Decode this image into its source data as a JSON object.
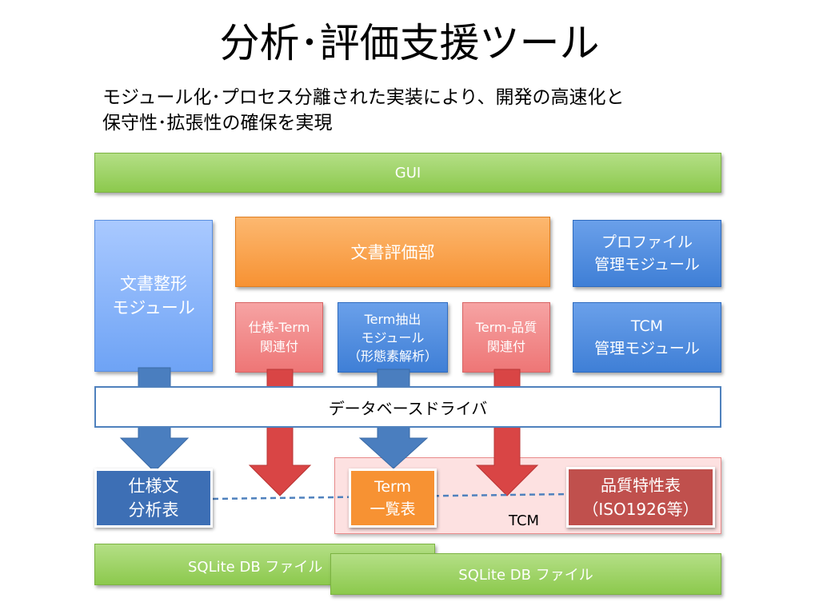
{
  "title": "分析･評価支援ツール",
  "subtitle": {
    "line1": "モジュール化･プロセス分離された実装により、開発の高速化と",
    "line2": "保守性･拡張性の確保を実現"
  },
  "gui": "GUI",
  "doc_format_module": {
    "line1": "文書整形",
    "line2": "モジュール"
  },
  "doc_eval": "文書評価部",
  "spec_term": {
    "line1": "仕様-Term",
    "line2": "関連付"
  },
  "term_extract": {
    "line1": "Term抽出",
    "line2": "モジュール",
    "line3": "（形態素解析）"
  },
  "term_quality": {
    "line1": "Term-品質",
    "line2": "関連付"
  },
  "profile_module": {
    "line1": "プロファイル",
    "line2": "管理モジュール"
  },
  "tcm_module": {
    "line1": "TCM",
    "line2": "管理モジュール"
  },
  "db_driver": "データベースドライバ",
  "spec_table": {
    "line1": "仕様文",
    "line2": "分析表"
  },
  "term_list": {
    "line1": "Term",
    "line2": "一覧表"
  },
  "quality_table": {
    "line1": "品質特性表",
    "line2": "（ISO1926等）"
  },
  "tcm_label": "TCM",
  "sqlite_left": "SQLite DB ファイル",
  "sqlite_right": "SQLite DB ファイル",
  "colors": {
    "green": "#8cc94d",
    "light_blue": "#6ea3f5",
    "mid_blue": "#3f7fd6",
    "orange": "#f79233",
    "red": "#ee7676",
    "dark_red": "#c0504d",
    "navy": "#3d6fb5",
    "arrow_blue": "#4a7ebf",
    "arrow_red": "#d94545"
  }
}
